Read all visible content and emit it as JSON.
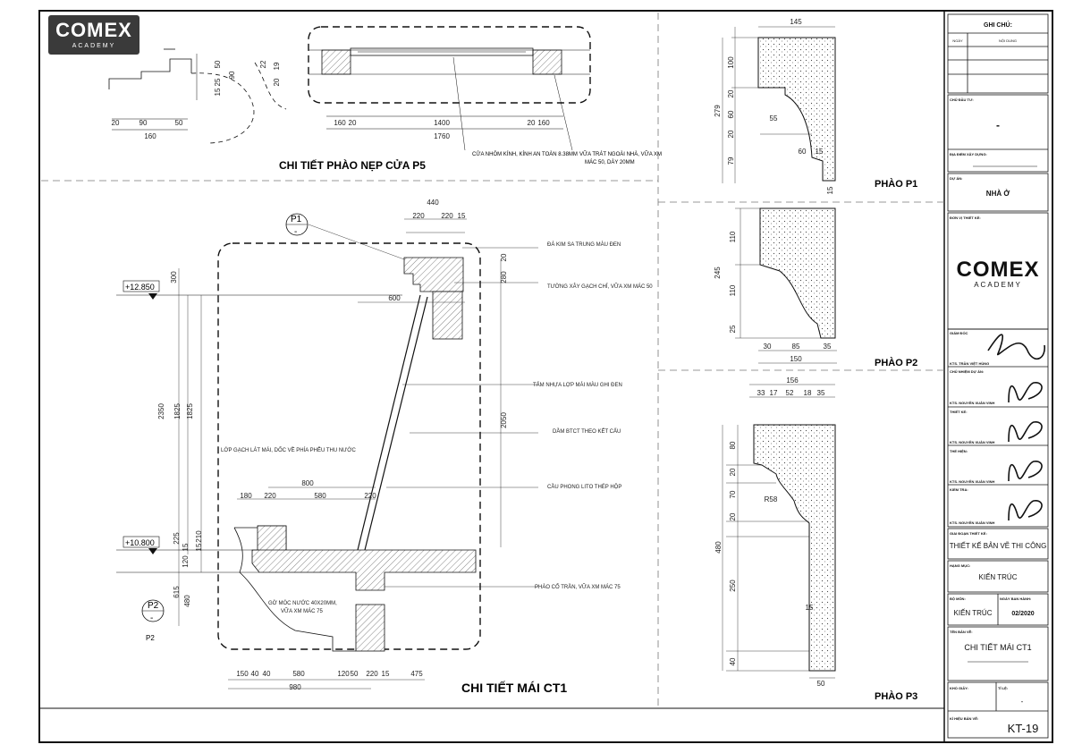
{
  "brand": {
    "name": "COMEX",
    "sub": "ACADEMY"
  },
  "p5": {
    "title": "CHI TIẾT PHÀO NẸP CỬA P5",
    "dims_left": [
      "20",
      "90",
      "50",
      "160"
    ],
    "dims_vert": [
      "50",
      "25",
      "15",
      "90",
      "22",
      "19",
      "20"
    ],
    "dims_bottom": [
      "160",
      "20",
      "1400",
      "20",
      "160",
      "1760"
    ],
    "note_glass": "CỬA NHÔM KÍNH, KÍNH AN TOÀN 8.38MM",
    "note_plaster_1": "VỮA TRÁT NGOÀI NHÀ, VỮA XM",
    "note_plaster_2": "MÁC 50, DÀY 20MM"
  },
  "ct1": {
    "title": "CHI TIẾT MÁI CT1",
    "level_top": "+12.850",
    "level_mid": "+10.800",
    "tag_p1": "P1",
    "tag_p2": "P2",
    "tag_p2b": "P2",
    "tag_dash": "-",
    "dim_top": [
      "440",
      "220",
      "220",
      "15"
    ],
    "dim_600": "600",
    "dim_800": "800",
    "dim_inner": [
      "180",
      "220",
      "580",
      "220"
    ],
    "dim_left_v": [
      "300",
      "2350",
      "1825",
      "1825",
      "225",
      "15",
      "120",
      "210",
      "15",
      "615",
      "480"
    ],
    "dim_right_v": [
      "280",
      "20",
      "2050"
    ],
    "dim_bottom": [
      "150",
      "40",
      "40",
      "580",
      "120",
      "50",
      "220",
      "15",
      "475"
    ],
    "dim_total": "980",
    "notes": {
      "n1": "ĐÁ KIM SA TRUNG MÀU ĐEN",
      "n2": "TƯỜNG XÂY GẠCH CHỈ, VỮA XM MÁC 50",
      "n3": "TẤM NHỰA LỢP MÁI MÀU GHI ĐEN",
      "n4": "DẦM BTCT THEO KẾT CẤU",
      "n5": "CẦU PHONG LITO THÉP HỘP",
      "n6": "PHÀO CỔ TRẦN, VỮA XM MÁC 75",
      "n7": "LỚP GẠCH LÁT MÁI, DỐC VỀ PHÍA PHỄU THU NƯỚC",
      "n8a": "GỜ MÓC NƯỚC 40X20MM,",
      "n8b": "VỮA XM MÁC 75"
    }
  },
  "p1": {
    "title": "PHÀO P1",
    "w": "145",
    "v": [
      "100",
      "20",
      "279",
      "60",
      "20",
      "79",
      "15"
    ],
    "h": [
      "55",
      "60",
      "15"
    ]
  },
  "p2": {
    "title": "PHÀO P2",
    "v": [
      "110",
      "245",
      "110",
      "25"
    ],
    "h": [
      "30",
      "85",
      "35"
    ],
    "w": "150"
  },
  "p3": {
    "title": "PHÀO P3",
    "w": "156",
    "top": [
      "33",
      "17",
      "52",
      "18",
      "35"
    ],
    "v": [
      "80",
      "20",
      "70",
      "20",
      "480",
      "250",
      "40"
    ],
    "r": "R58",
    "r15": "15",
    "b": "50"
  },
  "titleblock": {
    "notes_header": "GHI CHÚ:",
    "col_date": "NGÀY",
    "col_content": "NỘI DUNG",
    "investor_label": "CHỦ ĐẦU TƯ:",
    "investor_value": "-",
    "location_label": "ĐỊA ĐIỂM XÂY DỰNG:",
    "project_label": "DỰ ÁN:",
    "project_value": "NHÀ Ở",
    "designer_label": "ĐƠN VỊ THIẾT KẾ:",
    "director_label": "GIÁM ĐỐC",
    "director_name": "KTS. TRẦN VIỆT HÙNG",
    "pm_label": "CHỦ NHIỆM DỰ ÁN:",
    "pm_name": "KTS. NGUYỄN XUÂN VINH",
    "design_label": "THIẾT KẾ:",
    "design_name": "KTS. NGUYỄN XUÂN VINH",
    "draw_label": "THỂ HIỆN:",
    "draw_name": "KTS. NGUYỄN XUÂN VINH",
    "check_label": "KIỂM TRA:",
    "check_name": "KTS. NGUYỄN XUÂN VINH",
    "phase_label": "GIAI ĐOẠN THIẾT KẾ:",
    "phase_value": "THIẾT KẾ BẢN VẼ THI CÔNG",
    "category_label": "HẠNG MỤC:",
    "category_value": "KIẾN TRÚC",
    "discipline_label": "BỘ MÔN:",
    "discipline_value": "KIẾN TRÚC",
    "date_label": "NGÀY BAN HÀNH:",
    "date_value": "02/2020",
    "drawing_label": "TÊN BẢN VẼ:",
    "drawing_value": "CHI TIẾT MÁI CT1",
    "paper_label": "KHỔ GIẤY:",
    "scale_label": "TỈ LỆ:",
    "scale_value": "-",
    "sheet_label": "KÍ HIỆU BẢN VẼ:",
    "sheet_value": "KT-19"
  }
}
